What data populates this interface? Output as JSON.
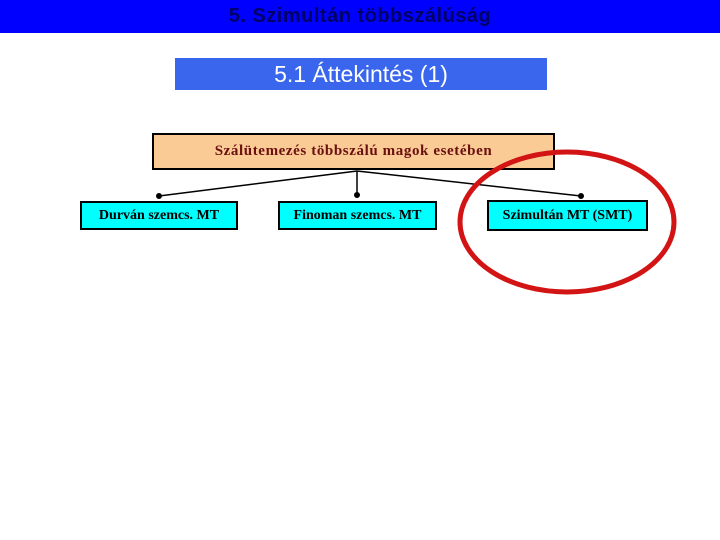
{
  "slide": {
    "title": "5. Szimultán többszálúság",
    "subtitle": "5.1 Áttekintés (1)"
  },
  "diagram": {
    "root_label": "Szálütemezés többszálú magok esetében",
    "children": [
      {
        "label": "Durván szemcs. MT",
        "highlighted": false
      },
      {
        "label": "Finoman szemcs. MT",
        "highlighted": false
      },
      {
        "label": "Szimultán MT (SMT)",
        "highlighted": true
      }
    ],
    "highlight_annotation": "red-ellipse around Szimultán MT (SMT)"
  },
  "colors": {
    "header_bg": "#0000ff",
    "header_text": "#000066",
    "subtitle_bg": "#3a66ee",
    "subtitle_text": "#ffffff",
    "root_box_bg": "#fbcb96",
    "root_box_border": "#000000",
    "root_box_text": "#6b1010",
    "child_box_bg": "#00ffff",
    "child_box_border": "#000000",
    "child_box_text": "#000000",
    "connector_line": "#000000",
    "highlight_ellipse": "#d21414",
    "body_bg": "#ffffff"
  }
}
